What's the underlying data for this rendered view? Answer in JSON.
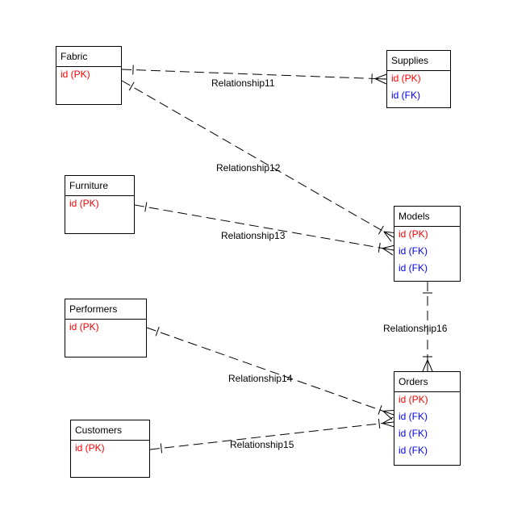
{
  "colors": {
    "pk": "#ff0000",
    "fk": "#0000ff",
    "line": "#000000"
  },
  "entities": {
    "fabric": {
      "title": "Fabric",
      "attrs": [
        {
          "label": "id (PK)",
          "key": "pk"
        }
      ]
    },
    "supplies": {
      "title": "Supplies",
      "attrs": [
        {
          "label": "id (PK)",
          "key": "pk"
        },
        {
          "label": "id (FK)",
          "key": "fk"
        }
      ]
    },
    "furniture": {
      "title": "Furniture",
      "attrs": [
        {
          "label": "id (PK)",
          "key": "pk"
        }
      ]
    },
    "models": {
      "title": "Models",
      "attrs": [
        {
          "label": "id (PK)",
          "key": "pk"
        },
        {
          "label": "id (FK)",
          "key": "fk"
        },
        {
          "label": "id (FK)",
          "key": "fk"
        }
      ]
    },
    "performers": {
      "title": "Performers",
      "attrs": [
        {
          "label": "id (PK)",
          "key": "pk"
        }
      ]
    },
    "orders": {
      "title": "Orders",
      "attrs": [
        {
          "label": "id (PK)",
          "key": "pk"
        },
        {
          "label": "id (FK)",
          "key": "fk"
        },
        {
          "label": "id (FK)",
          "key": "fk"
        },
        {
          "label": "id (FK)",
          "key": "fk"
        }
      ]
    },
    "customers": {
      "title": "Customers",
      "attrs": [
        {
          "label": "id (PK)",
          "key": "pk"
        }
      ]
    }
  },
  "relationships": [
    {
      "name": "Relationship11",
      "from": "fabric",
      "to": "supplies",
      "from_card": "one",
      "to_card": "many"
    },
    {
      "name": "Relationship12",
      "from": "fabric",
      "to": "models",
      "from_card": "one",
      "to_card": "many"
    },
    {
      "name": "Relationship13",
      "from": "furniture",
      "to": "models",
      "from_card": "one",
      "to_card": "many"
    },
    {
      "name": "Relationship14",
      "from": "performers",
      "to": "orders",
      "from_card": "one",
      "to_card": "many"
    },
    {
      "name": "Relationship15",
      "from": "customers",
      "to": "orders",
      "from_card": "one",
      "to_card": "many"
    },
    {
      "name": "Relationship16",
      "from": "models",
      "to": "orders",
      "from_card": "one",
      "to_card": "many"
    }
  ]
}
